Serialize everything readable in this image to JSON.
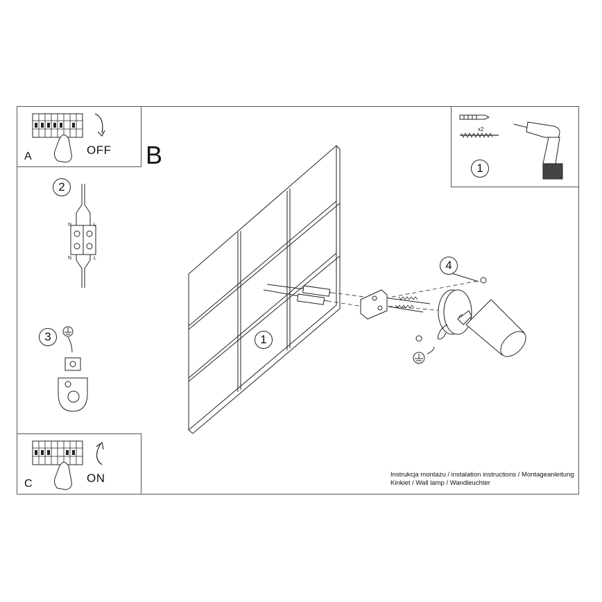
{
  "panel_a": {
    "letter": "A",
    "word": "OFF"
  },
  "panel_b": {
    "letter": "B"
  },
  "panel_c": {
    "letter": "C",
    "word": "ON"
  },
  "steps": {
    "step1_tools": "1",
    "step2_wiring": "2",
    "step3_ground": "3",
    "step1_wall": "1",
    "step4_lamp": "4"
  },
  "wiring_terminals": {
    "n_top": "N",
    "l_top": "L",
    "n_bottom": "N",
    "l_bottom": "L"
  },
  "tools": {
    "quantity": "x2"
  },
  "footer": {
    "line1": "Instrukcja montażu / instalation instructions / Montageanleitung",
    "line2": "Kinkiet / Wall lamp / Wandleuchter"
  },
  "colors": {
    "line": "#222222",
    "frame": "#555555"
  }
}
